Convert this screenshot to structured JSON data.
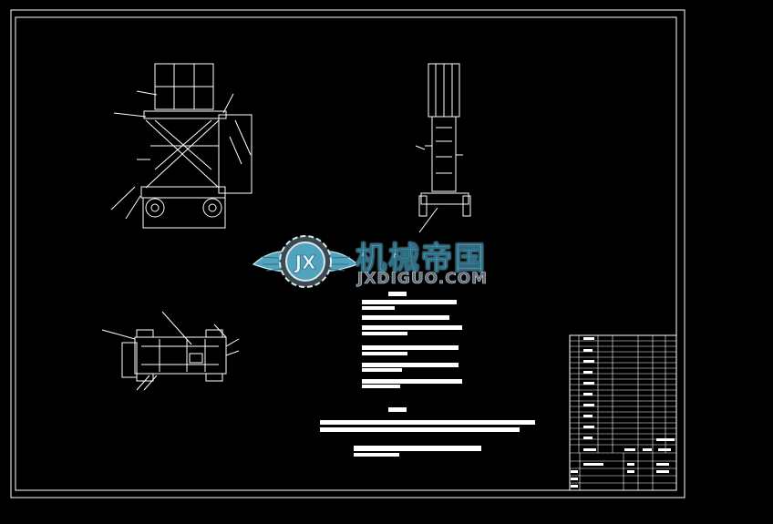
{
  "watermark": {
    "title_cn": "机械帝国",
    "url": "JXDIGUO.COM",
    "emblem_letters": "JX",
    "colors": {
      "wing": "#4fa3bd",
      "text": "#7fc3d8",
      "url": "#5f6e78"
    }
  },
  "drawing": {
    "background": "#000000",
    "line_color": "#ffffff"
  }
}
